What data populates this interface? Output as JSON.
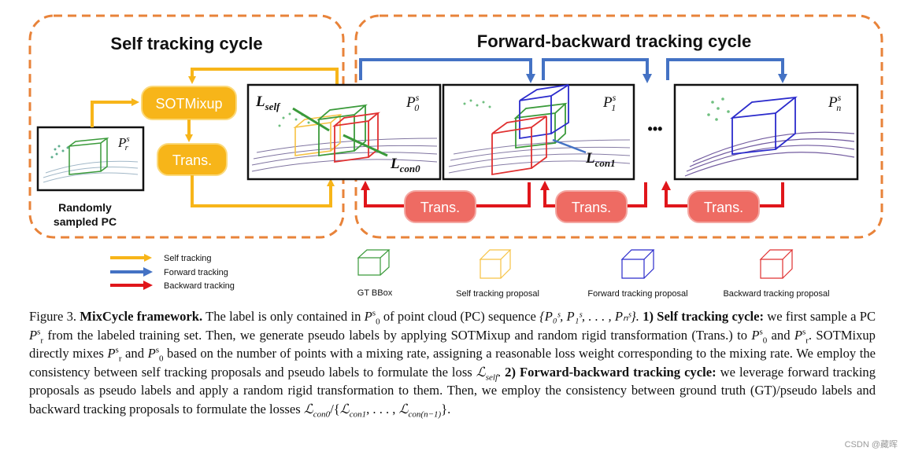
{
  "figure": {
    "self_cycle_title": "Self tracking cycle",
    "fb_cycle_title": "Forward-backward tracking cycle",
    "sotmixup_label": "SOTMixup",
    "trans_label": "Trans.",
    "randomly_sampled_label_line1": "Randomly",
    "randomly_sampled_label_line2": "sampled PC",
    "pc_labels": {
      "pr": "P",
      "pr_sup": "s",
      "pr_sub": "r",
      "p0": "P",
      "p0_sup": "s",
      "p0_sub": "0",
      "p1": "P",
      "p1_sup": "s",
      "p1_sub": "1",
      "pn": "P",
      "pn_sup": "s",
      "pn_sub": "n"
    },
    "loss_labels": {
      "self": "L",
      "self_sub": "self",
      "con0": "L",
      "con0_sub": "con0",
      "con1": "L",
      "con1_sub": "con1"
    },
    "ellipsis": "•••",
    "colors": {
      "orange_dash": "#e8833a",
      "yellow": "#f7b519",
      "blue": "#4472c4",
      "red": "#e0161b",
      "green_box": "#3a9a3a",
      "yellow_box": "#f6c243",
      "blue_box": "#2b2bcc",
      "red_box": "#e03030"
    }
  },
  "legend": {
    "arrows": [
      {
        "label": "Self tracking",
        "color": "#f7b519"
      },
      {
        "label": "Forward tracking",
        "color": "#4472c4"
      },
      {
        "label": "Backward tracking",
        "color": "#e0161b"
      }
    ],
    "boxes": [
      {
        "label": "GT BBox",
        "color": "#3a9a3a"
      },
      {
        "label": "Self tracking proposal",
        "color": "#f6c243"
      },
      {
        "label": "Forward tracking proposal",
        "color": "#2b2bcc"
      },
      {
        "label": "Backward tracking proposal",
        "color": "#e03030"
      }
    ]
  },
  "caption": {
    "fig_label": "Figure 3.",
    "fig_title": "MixCycle framework.",
    "s1": "The label is only contained in",
    "s1b": "of point cloud (PC) sequence",
    "seq": "{P₀ˢ, P₁ˢ, . . . , Pₙˢ}.",
    "part1_title": "1) Self tracking cycle:",
    "s2": "we first sample a PC",
    "s2b": "from the labeled training set. Then, we generate pseudo labels by applying SOTMixup and random rigid transformation (Trans.) to",
    "s2c": "and",
    "s3": ". SOTMixup directly mixes",
    "s3b": "and",
    "s3c": "based on the number of points with a mixing rate, assigning a reasonable loss weight corresponding to the mixing rate. We employ the consistency between self tracking proposals and pseudo labels to formulate the loss",
    "part2_title": "2) Forward-backward tracking cycle:",
    "s4": "we leverage forward tracking proposals as pseudo labels and apply a random rigid transformation to them. Then, we employ the consistency between ground truth (GT)/pseudo labels and backward tracking proposals to formulate the losses",
    "s4end": "."
  },
  "watermark": "CSDN @藏晖"
}
